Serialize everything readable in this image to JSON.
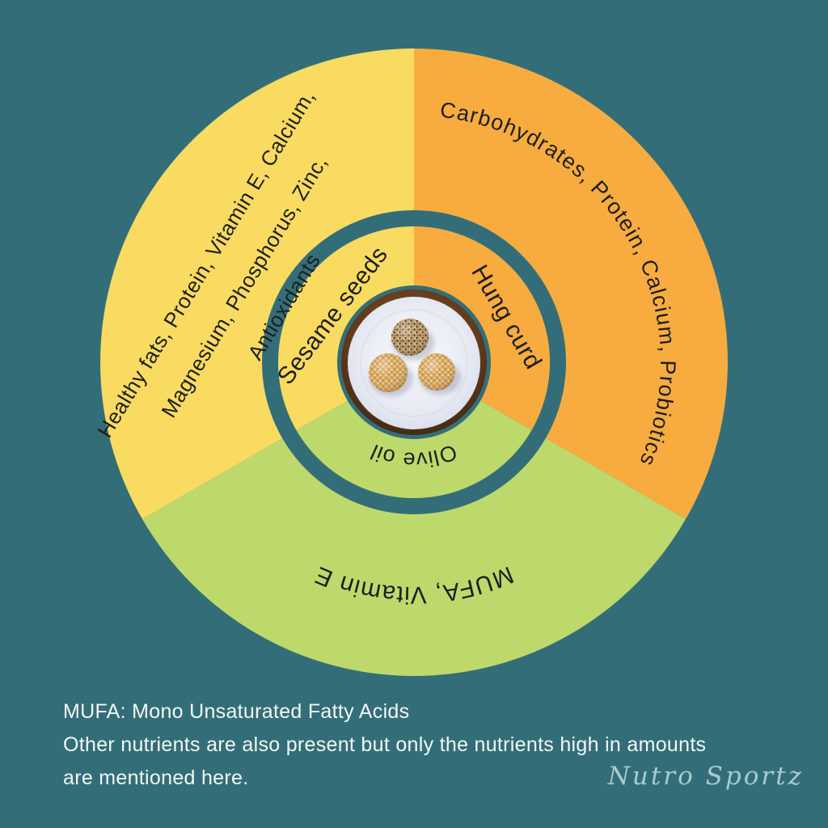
{
  "background_color": "#336e78",
  "ink_color": "#1e1e1e",
  "wheel": {
    "segments": [
      {
        "name": "sesame-seeds",
        "color": "#f9db61",
        "ingredient": "Sesame seeds",
        "nutrients": "Healthy fats, Protein, Vitamin E, Calcium, Magnesium, Phosphorus, Zinc, Antioxidants",
        "nutrients_lines": [
          "Healthy fats, Protein, Vitamin E, Calcium,",
          "Magnesium, Phosphorus, Zinc,",
          "Antioxidants"
        ]
      },
      {
        "name": "hung-curd",
        "color": "#f8ac3f",
        "ingredient": "Hung curd",
        "nutrients": "Carbohydrates, Protein, Calcium, Probiotics"
      },
      {
        "name": "olive-oil",
        "color": "#bed96b",
        "ingredient": "Olive oil",
        "nutrients": "MUFA, Vitamin E"
      }
    ],
    "center_image": "plate-with-three-sesame-energy-balls"
  },
  "footnote": {
    "lines": [
      "MUFA: Mono Unsaturated Fatty Acids",
      "Other nutrients are also present but only the nutrients high in amounts",
      "are mentioned here."
    ]
  },
  "brand": "Nutro Sportz"
}
